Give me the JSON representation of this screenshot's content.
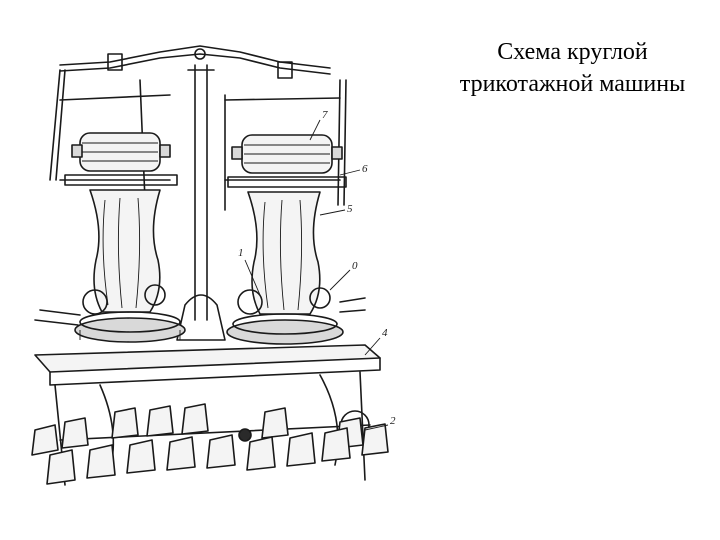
{
  "slide": {
    "title_lines": [
      "Схема круглой",
      "трикотажной машины"
    ]
  },
  "diagram": {
    "labels": [
      "7",
      "6",
      "5",
      "1",
      "0",
      "4",
      "2"
    ],
    "colors": {
      "ink": "#1a1a1a",
      "background": "#ffffff"
    }
  }
}
